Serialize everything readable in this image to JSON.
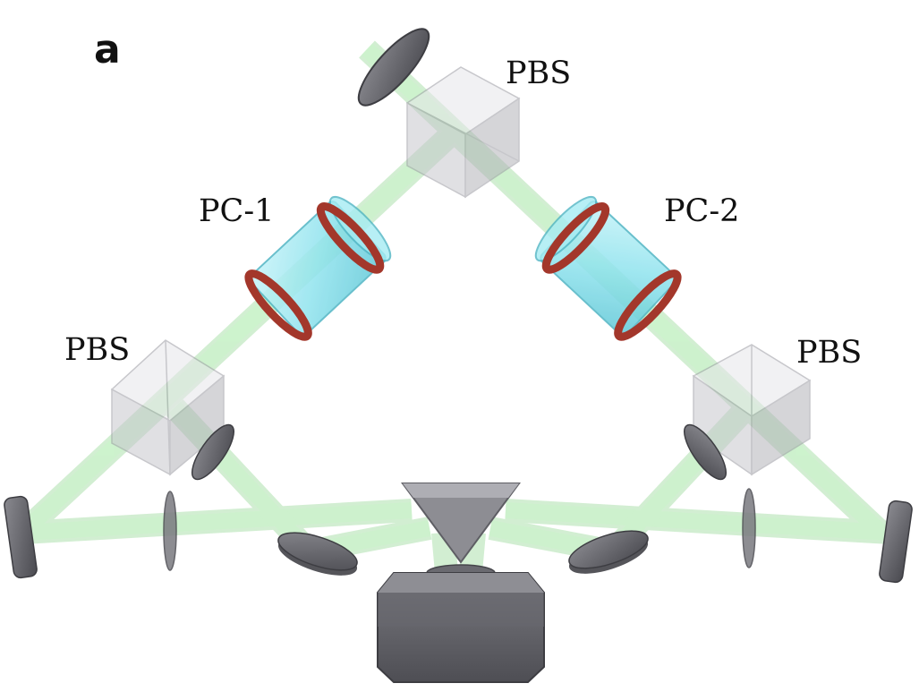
{
  "panel_label": "a",
  "labels": {
    "pbs_top": "PBS",
    "pbs_left": "PBS",
    "pbs_right": "PBS",
    "pc1": "PC-1",
    "pc2": "PC-2"
  },
  "colors": {
    "beam": "#b8f0b8",
    "beam_edge": "#7fd07f",
    "cube": "#c9c9cf",
    "cell": "#8fe3ee",
    "ring": "#a3372b",
    "metal": "#6b6b70",
    "metal_dark": "#4d4d52"
  }
}
